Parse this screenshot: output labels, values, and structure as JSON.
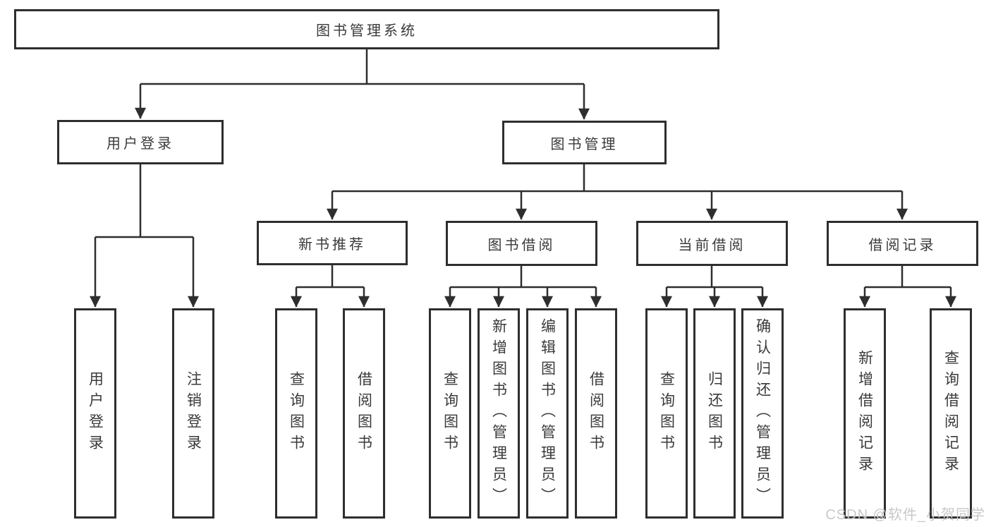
{
  "tree": {
    "root": {
      "label": "图书管理系统"
    },
    "children": [
      {
        "label": "用户登录",
        "children": [
          {
            "label": "用户登录"
          },
          {
            "label": "注销登录"
          }
        ]
      },
      {
        "label": "图书管理",
        "children": [
          {
            "label": "新书推荐",
            "children": [
              {
                "label": "查询图书"
              },
              {
                "label": "借阅图书"
              }
            ]
          },
          {
            "label": "图书借阅",
            "children": [
              {
                "label": "查询图书"
              },
              {
                "label": "新增图书（管理员）"
              },
              {
                "label": "编辑图书（管理员）"
              },
              {
                "label": "借阅图书"
              }
            ]
          },
          {
            "label": "当前借阅",
            "children": [
              {
                "label": "查询图书"
              },
              {
                "label": "归还图书"
              },
              {
                "label": "确认归还（管理员）"
              }
            ]
          },
          {
            "label": "借阅记录",
            "children": [
              {
                "label": "新增借阅记录"
              },
              {
                "label": "查询借阅记录"
              }
            ]
          }
        ]
      }
    ]
  },
  "watermark": {
    "text": "CSDN @软件_小贺同学"
  },
  "colors": {
    "border": "#2e2e2e",
    "line": "#2e2e2e",
    "text": "#3a3a3a",
    "watermark": "#c8c8c8",
    "bg": "#ffffff"
  }
}
